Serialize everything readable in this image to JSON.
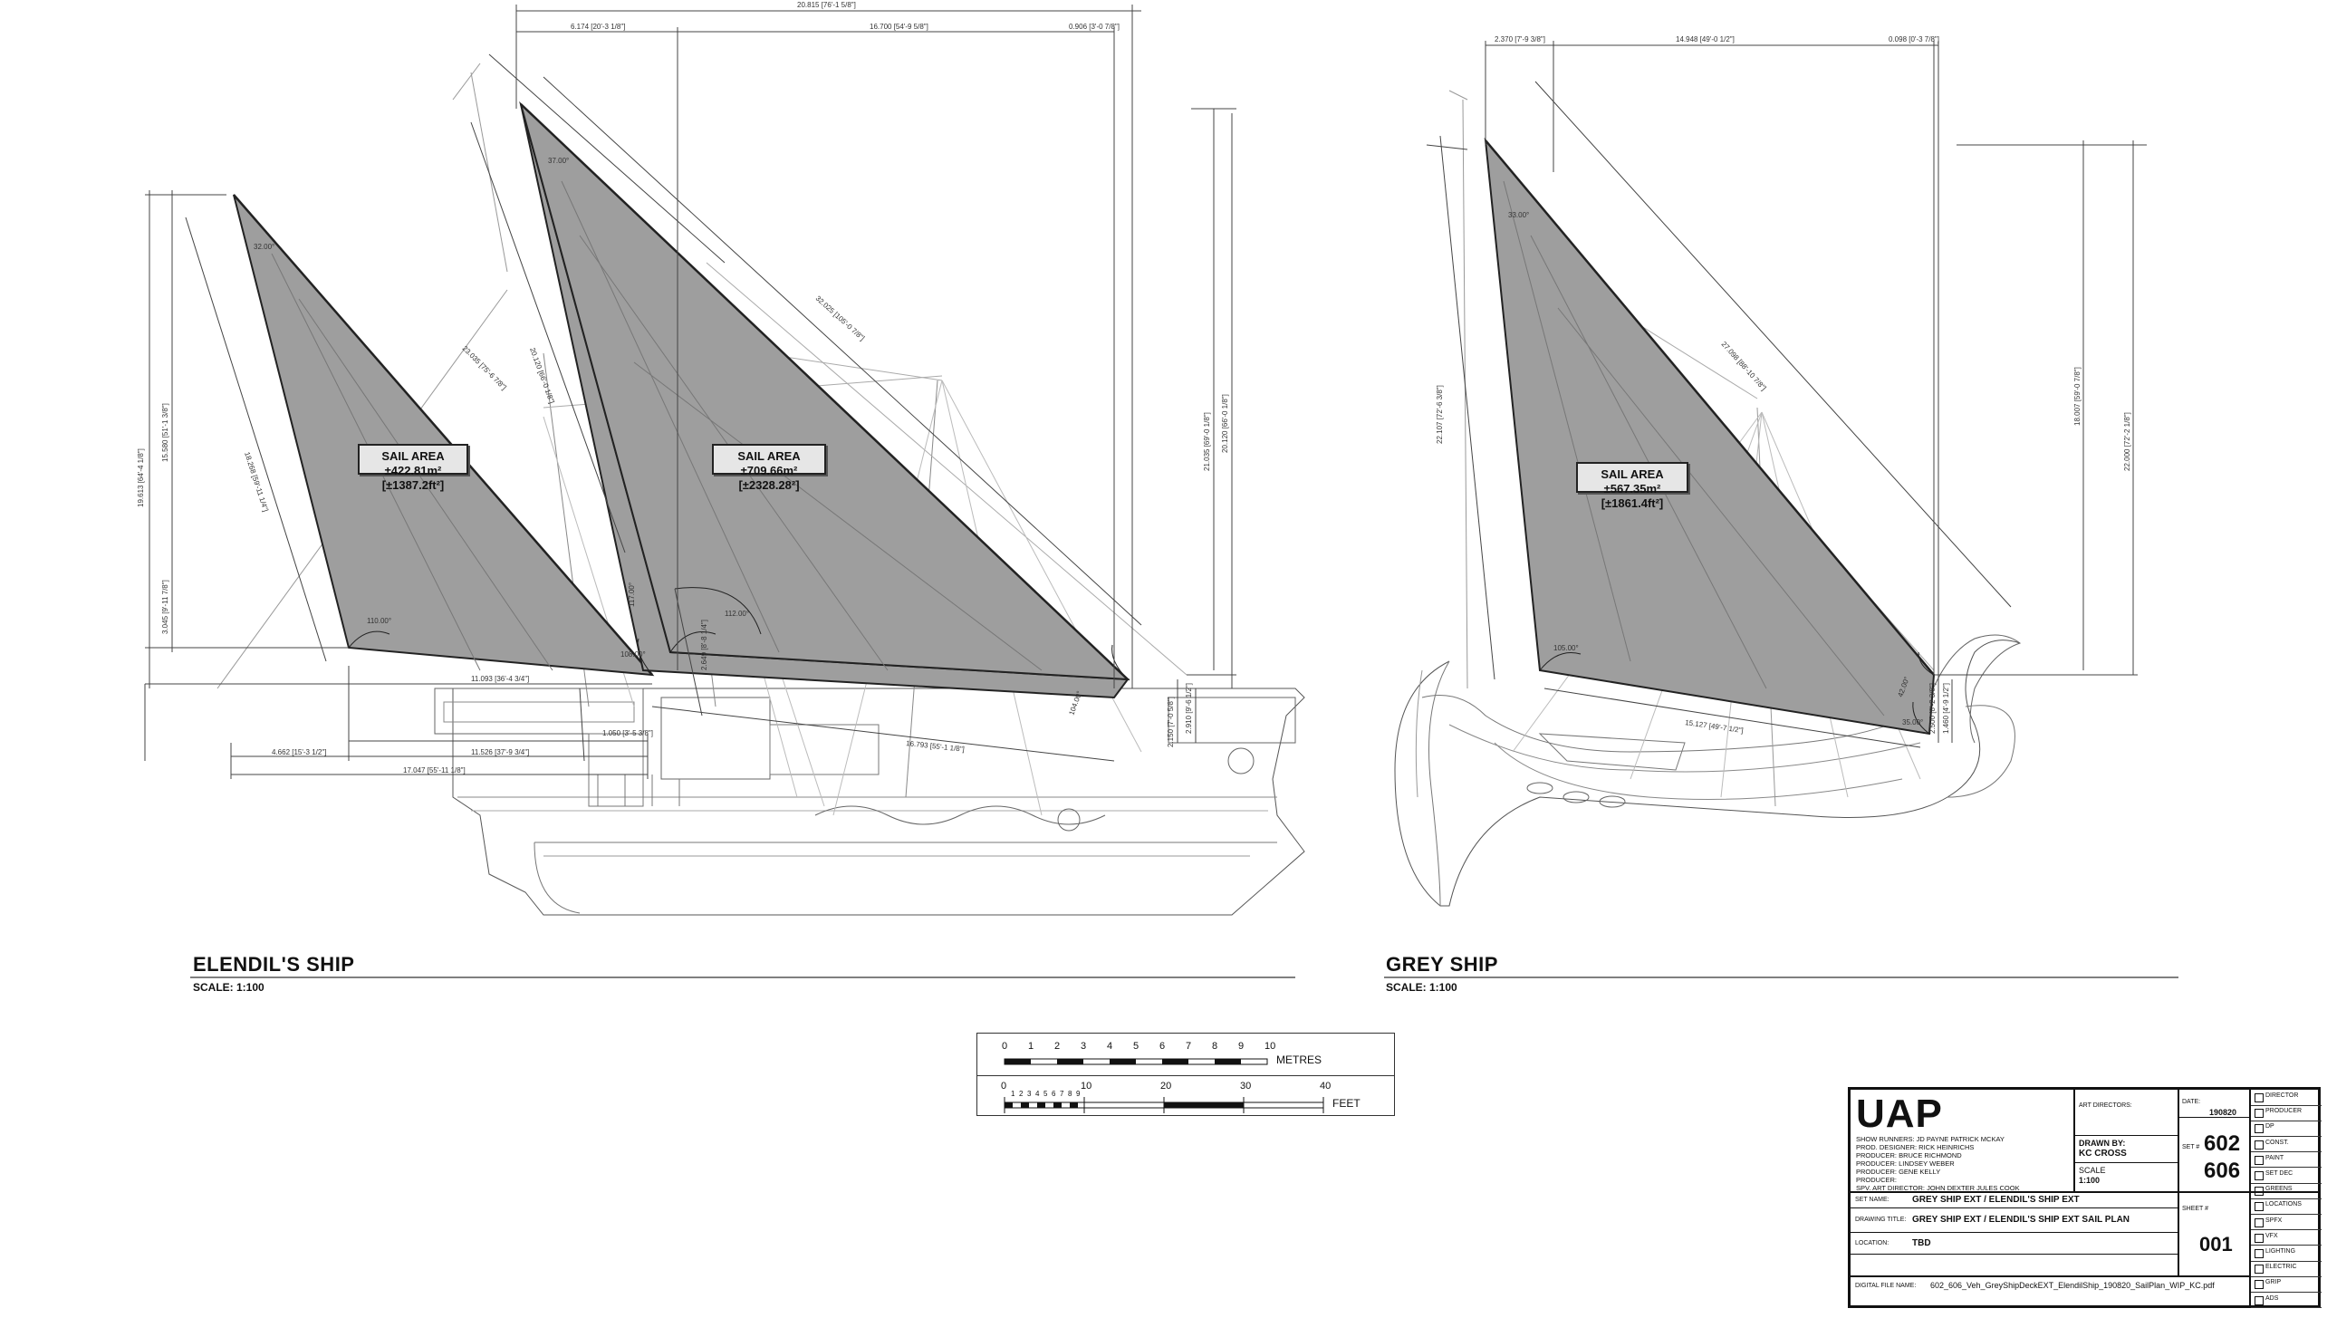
{
  "elendil": {
    "name": "ELENDIL'S SHIP",
    "scale": "SCALE: 1:100",
    "sail_aft": {
      "area": "SAIL AREA ±422.81m²",
      "area_ft": "[±1387.2ft²]"
    },
    "sail_main": {
      "area": "SAIL AREA ±709.66m²",
      "area_ft": "[±2328.28²]"
    },
    "dims": {
      "overall_top": "20.815 [76'-1 5/8\"]",
      "top_left": "6.174 [20'-3 1/8\"]",
      "top_mid": "16.700 [54'-9 5/8\"]",
      "top_right": "0.906 [3'-0 7/8\"]",
      "left_height": "19.613 [64'-4 1/8\"]",
      "left_small": "3.045 [9'-11 7/8\"]",
      "yard1": "15.580 [51'-1 3/8\"]",
      "luff1": "18.268 [59'-11 1/4\"]",
      "leech1": "23.035 [75'-6 7/8\"]",
      "main_right_height": "21.035 [69'-0 1/8\"]",
      "main_right_height2": "20.120 [66'-0 1/8\"]",
      "main_right_small": "2.910 [9'-6 1/2\"]",
      "main_right_small2": "2.150 [7'-0 5/8\"]",
      "main_leech": "32.025 [105'-0 7/8\"]",
      "foot1": "11.093 [36'-4 3/4\"]",
      "foot2": "16.793 [55'-1 1/8\"]",
      "below_left": "4.662 [15'-3 1/2\"]",
      "below_mid": "11.526 [37'-9 3/4\"]",
      "below_total": "17.047 [55'-11 1/8\"]",
      "small_1": "1.050 [3'-5 3/8\"]",
      "small_2": "2.649 [8'-8 1/4\"]",
      "angle_a": "32.00°",
      "angle_b": "110.00°",
      "angle_c": "37.00°",
      "angle_d": "108.00°",
      "angle_e": "112.00°",
      "angle_f": "117.00°",
      "angle_g": "104.00°"
    }
  },
  "grey": {
    "name": "GREY SHIP",
    "scale": "SCALE: 1:100",
    "sail": {
      "area": "SAIL AREA ±567.35m²",
      "area_ft": "[±1861.4ft²]"
    },
    "dims": {
      "top_left": "2.370 [7'-9 3/8\"]",
      "top_mid": "14.948 [49'-0 1/2\"]",
      "top_right": "0.098 [0'-3 7/8\"]",
      "leech": "27.098 [88'-10 7/8\"]",
      "luff": "22.107 [72'-6 3/8\"]",
      "right_height": "18.007 [59'-0 7/8\"]",
      "right_height2": "22.000 [72'-2 1/8\"]",
      "right_small": "2.500 [8'-2 3/8\"]",
      "right_small2": "1.460 [4'-9 1/2\"]",
      "foot": "15.127 [49'-7 1/2\"]",
      "angle_a": "33.00°",
      "angle_b": "105.00°",
      "angle_c": "42.00°",
      "angle_d": "35.00°"
    }
  },
  "scalebar": {
    "metres_label": "METRES",
    "feet_label": "FEET",
    "metres_ticks": [
      "0",
      "1",
      "2",
      "3",
      "4",
      "5",
      "6",
      "7",
      "8",
      "9",
      "10"
    ],
    "feet_major_ticks": [
      "0",
      "10",
      "20",
      "30",
      "40"
    ],
    "feet_minor_ticks": [
      "1",
      "2",
      "3",
      "4",
      "5",
      "6",
      "7",
      "8",
      "9"
    ]
  },
  "titleblock": {
    "logo": "UAP",
    "credits": [
      "SHOW RUNNERS:  JD PAYNE     PATRICK MCKAY",
      "PROD. DESIGNER:  RICK HEINRICHS",
      "PRODUCER: BRUCE RICHMOND",
      "PRODUCER: LINDSEY WEBER",
      "PRODUCER: GENE KELLY",
      "PRODUCER:",
      "SPV. ART DIRECTOR:  JOHN DEXTER    JULES COOK"
    ],
    "art_directors_label": "ART DIRECTORS:",
    "date_label": "DATE:",
    "date": "190820",
    "drawn_by_label": "DRAWN BY:",
    "drawn_by": "KC CROSS",
    "set_label": "SET #",
    "set_num_1": "602",
    "set_num_2": "606",
    "scale_label": "SCALE",
    "scale": "1:100",
    "set_name_label": "SET NAME:",
    "set_name": "GREY SHIP EXT  /  ELENDIL'S SHIP EXT",
    "drawing_title_label": "DRAWING TITLE:",
    "drawing_title": "GREY SHIP EXT  /  ELENDIL'S SHIP EXT SAIL PLAN",
    "location_label": "LOCATION:",
    "location": "TBD",
    "sheet_label": "SHEET #",
    "sheet": "001",
    "file_label": "DIGITAL FILE NAME:",
    "file_name": "602_606_Veh_GreyShipDeckEXT_ElendilShip_190820_SailPlan_WIP_KC.pdf",
    "departments": [
      "DIRECTOR",
      "PRODUCER",
      "DP",
      "CONST.",
      "PAINT",
      "SET DEC",
      "GREENS",
      "LOCATIONS",
      "SPFX",
      "VFX",
      "LIGHTING",
      "ELECTRIC",
      "GRIP",
      "ADS"
    ]
  }
}
